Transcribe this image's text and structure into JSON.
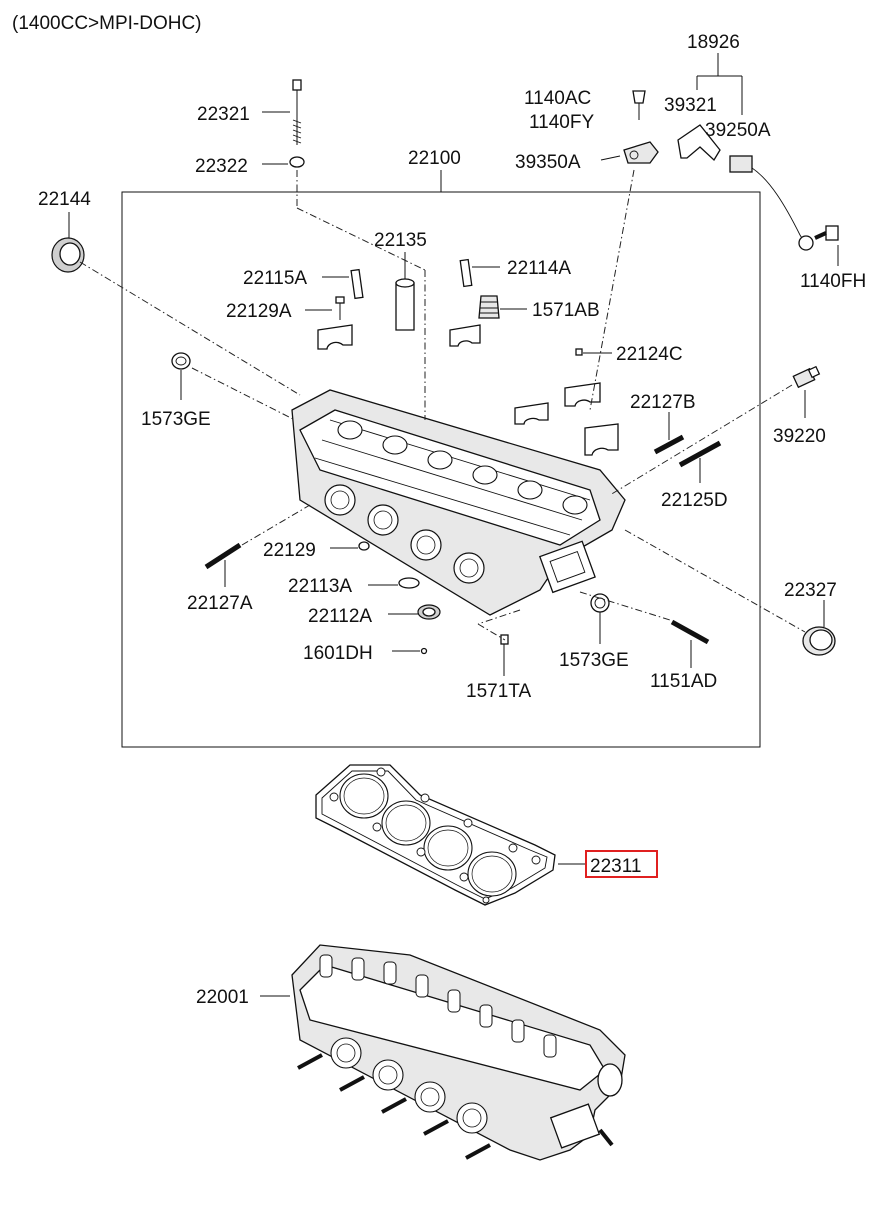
{
  "header": {
    "title": "(1400CC>MPI-DOHC)"
  },
  "callouts": {
    "c18926": "18926",
    "c39321": "39321",
    "c39250A": "39250A",
    "c1140AC": "1140AC",
    "c1140FY": "1140FY",
    "c39350A": "39350A",
    "c22321": "22321",
    "c22322": "22322",
    "c22100": "22100",
    "c22144": "22144",
    "c22135": "22135",
    "c22115A": "22115A",
    "c22114A": "22114A",
    "c22129A": "22129A",
    "c1571AB": "1571AB",
    "c1140FH": "1140FH",
    "c22124C": "22124C",
    "c1573GE_left": "1573GE",
    "c22127B": "22127B",
    "c39220": "39220",
    "c22125D": "22125D",
    "c22129": "22129",
    "c22113A": "22113A",
    "c22127A": "22127A",
    "c22112A": "22112A",
    "c22327": "22327",
    "c1601DH": "1601DH",
    "c1573GE_right": "1573GE",
    "c1151AD": "1151AD",
    "c1571TA": "1571TA",
    "c22311": "22311",
    "c22001": "22001"
  },
  "highlight": {
    "part": "22311",
    "color": "#e02020"
  }
}
